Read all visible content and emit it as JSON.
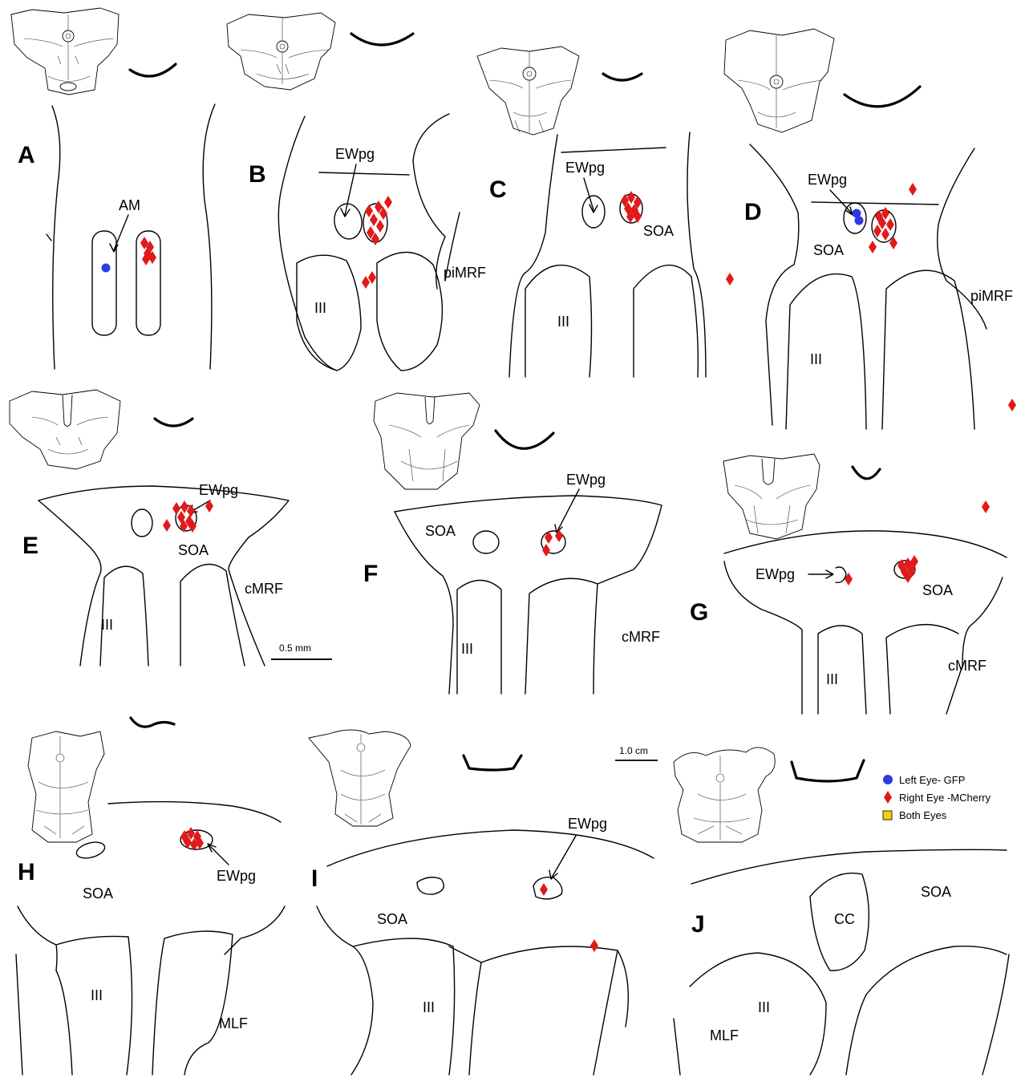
{
  "panels": [
    "A",
    "B",
    "C",
    "D",
    "E",
    "F",
    "G",
    "H",
    "I",
    "J"
  ],
  "regions": {
    "am": "AM",
    "ewpg": "EWpg",
    "soa": "SOA",
    "third": "III",
    "pimrf": "piMRF",
    "cmrf": "cMRF",
    "mlf": "MLF",
    "cc": "CC"
  },
  "scalebars": {
    "fine": "0.5 mm",
    "coarse": "1.0 cm"
  },
  "legend": {
    "left_eye": "Left Eye- GFP",
    "right_eye": "Right Eye -MCherry",
    "both": "Both Eyes"
  },
  "colors": {
    "left_eye": "#2d3be0",
    "right_eye": "#e01a1a",
    "both_eyes": "#f2d20c"
  }
}
